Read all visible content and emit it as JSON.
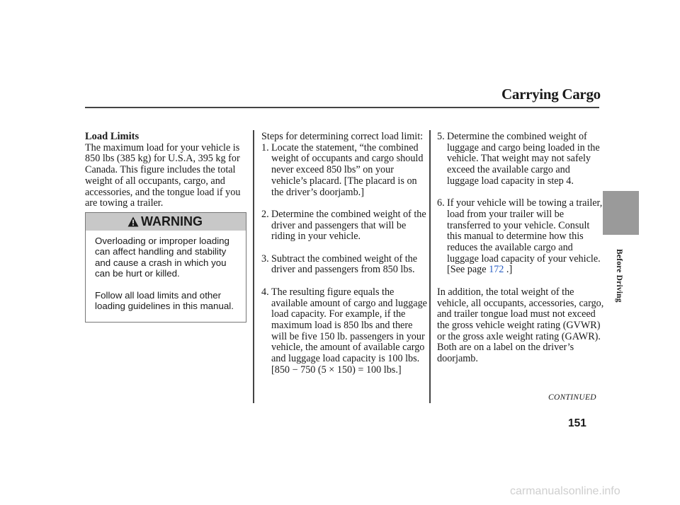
{
  "header": {
    "title": "Carrying Cargo"
  },
  "col1": {
    "section_title": "Load Limits",
    "intro": "The maximum load for your vehicle is 850 lbs (385 kg) for U.S.A, 395 kg for Canada. This figure includes the total weight of all occupants, cargo, and accessories, and the tongue load if you are towing a trailer."
  },
  "warning": {
    "label": "WARNING",
    "para1": "Overloading or improper loading can affect handling and stability and cause a crash in which you can be hurt or killed.",
    "para2": "Follow all load limits and other loading guidelines in this manual."
  },
  "col2": {
    "lead": "Steps for determining correct load limit:",
    "steps": [
      {
        "num": "1.",
        "text": "Locate the statement, “the combined weight of occupants and cargo should never exceed 850 lbs” on your vehicle’s placard. [The placard is on the driver’s doorjamb.]"
      },
      {
        "num": "2.",
        "text": "Determine the combined weight of the driver and passengers that will be riding in your vehicle."
      },
      {
        "num": "3.",
        "text": "Subtract the combined weight of the driver and passengers from 850 lbs."
      },
      {
        "num": "4.",
        "text": "The resulting figure equals the available amount of cargo and luggage load capacity. For example, if the maximum load is 850 lbs and there will be five 150 lb. passengers in your vehicle, the amount of available cargo and luggage load capacity is 100 lbs."
      }
    ],
    "equation": "[850 − 750 (5 × 150) = 100 lbs.]"
  },
  "col3": {
    "step5_num": "5.",
    "step5_text": "Determine the combined weight of luggage and cargo being loaded in the vehicle. That weight may not safely exceed the available cargo and luggage load capacity in step 4.",
    "step6_num": "6.",
    "step6_text": "If your vehicle will be towing a trailer, load from your trailer will be transferred to your vehicle. Consult this manual to determine how this reduces the available cargo and luggage load capacity of your vehicle. [See page",
    "step6_link": "172",
    "step6_end": ".]",
    "addition": "In addition, the total weight of the vehicle, all occupants, accessories, cargo, and trailer tongue load must not exceed the gross vehicle weight rating (GVWR) or the gross axle weight rating (GAWR). Both are on a label on the driver’s doorjamb."
  },
  "footer": {
    "continued": "CONTINUED",
    "page_number": "151",
    "side_label": "Before Driving",
    "watermark": "carmanualsonline.info"
  },
  "colors": {
    "tab": "#9a9a9a",
    "warning_bar": "#c8c8c8",
    "link": "#2a5fc4"
  }
}
